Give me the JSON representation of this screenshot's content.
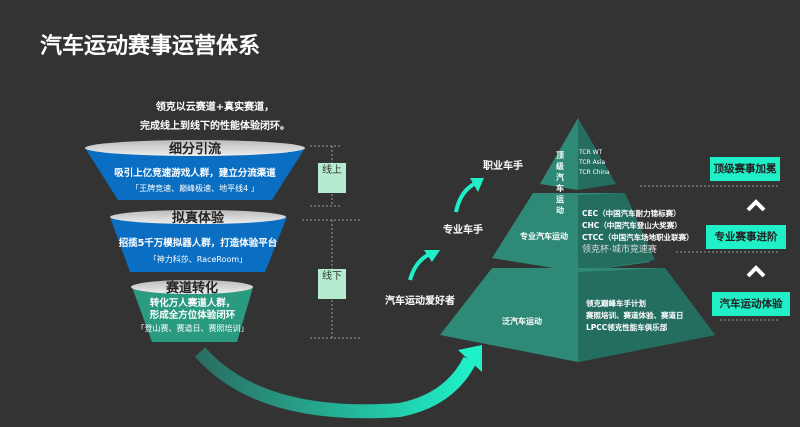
{
  "title": "汽车运动赛事运营体系",
  "intro": [
    "领克以云赛道+真实赛道，",
    "完成线上到线下的性能体验闭环。"
  ],
  "funnel": [
    {
      "heading": "细分引流",
      "desc": "吸引上亿竞速游戏人群，建立分流渠道",
      "sub": "「王牌竞速、巅峰极速、地平线4 」"
    },
    {
      "heading": "拟真体验",
      "desc": "招揽5千万模拟器人群，打造体验平台",
      "sub": "「神力科莎、RaceRoom」"
    },
    {
      "heading": "赛道转化",
      "desc": [
        "转化万人赛道人群，",
        "形成全方位体验闭环"
      ],
      "sub": "「登山赛、赛道日、赛照培训」"
    }
  ],
  "online": "线上",
  "offline": "线下",
  "levels": [
    "职业车手",
    "专业车手",
    "汽车运动爱好者"
  ],
  "pyramid": {
    "top": {
      "name": "顶级汽车运动",
      "items": [
        "TCR WT",
        "TCR Asia",
        "TCR China"
      ]
    },
    "middle": {
      "name": "专业汽车运动",
      "items": [
        "CEC（中国汽车耐力锦标赛）",
        "CHC（中国汽车登山大奖赛）",
        "CTCC（中国汽车场地职业联赛）",
        "领克杯·城市竞速赛"
      ]
    },
    "bottom": {
      "name": "泛汽车运动",
      "items": [
        "领克巅峰车手计划",
        "赛照培训、赛道体验、赛道日",
        "LPCC领克性能车俱乐部"
      ]
    }
  },
  "stages": [
    "顶级赛事加冕",
    "专业赛事进阶",
    "汽车运动体验"
  ],
  "colors": {
    "blue": "#0a6fc2",
    "green": "#2a9a80",
    "accent": "#1ff0c8",
    "bg": "#333333"
  }
}
